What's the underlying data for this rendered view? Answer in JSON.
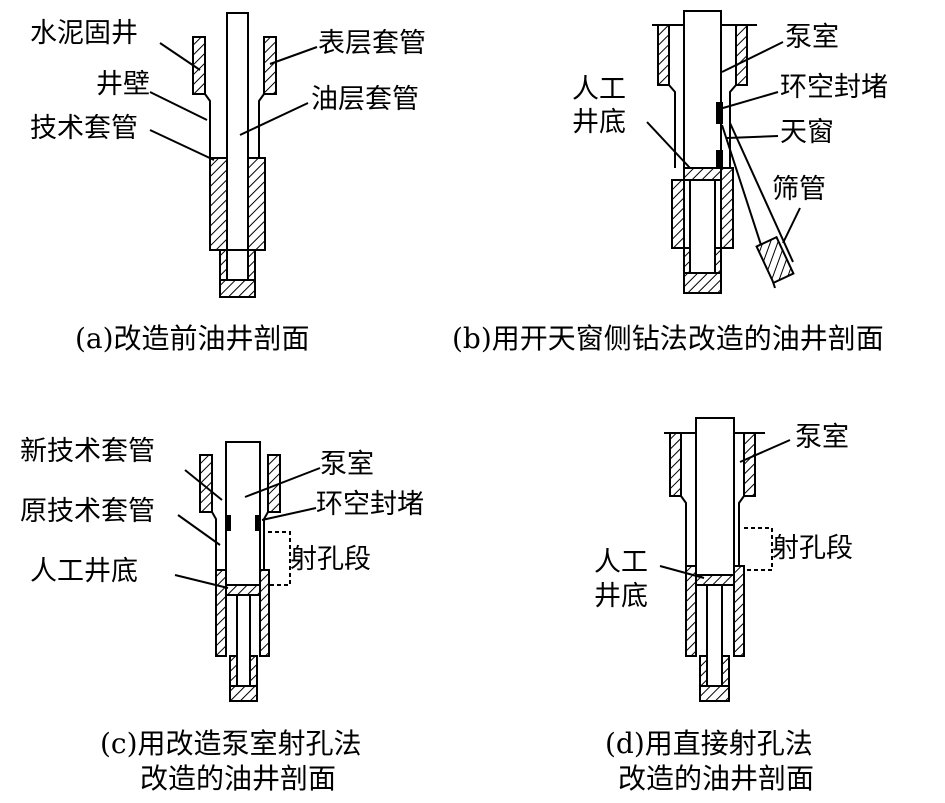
{
  "panels": {
    "a": {
      "caption": "(a)改造前油井剖面",
      "labels": {
        "cement": "水泥固井",
        "well_wall": "井壁",
        "tech_casing": "技术套管",
        "surface_casing": "表层套管",
        "oil_casing": "油层套管"
      }
    },
    "b": {
      "caption": "(b)用开天窗侧钻法改造的油井剖面",
      "labels": {
        "pump_room": "泵室",
        "artificial_bottom_1": "人工",
        "artificial_bottom_2": "井底",
        "annular_seal": "环空封堵",
        "window": "天窗",
        "screen_pipe": "筛管"
      }
    },
    "c": {
      "caption_line1": "(c)用改造泵室射孔法",
      "caption_line2": "改造的油井剖面",
      "labels": {
        "new_tech_casing": "新技术套管",
        "pump_room": "泵室",
        "old_tech_casing": "原技术套管",
        "annular_seal": "环空封堵",
        "artificial_bottom": "人工井底",
        "perforation": "射孔段"
      }
    },
    "d": {
      "caption_line1": "(d)用直接射孔法",
      "caption_line2": "改造的油井剖面",
      "labels": {
        "pump_room": "泵室",
        "artificial_bottom_1": "人工",
        "artificial_bottom_2": "井底",
        "perforation": "射孔段"
      }
    }
  }
}
